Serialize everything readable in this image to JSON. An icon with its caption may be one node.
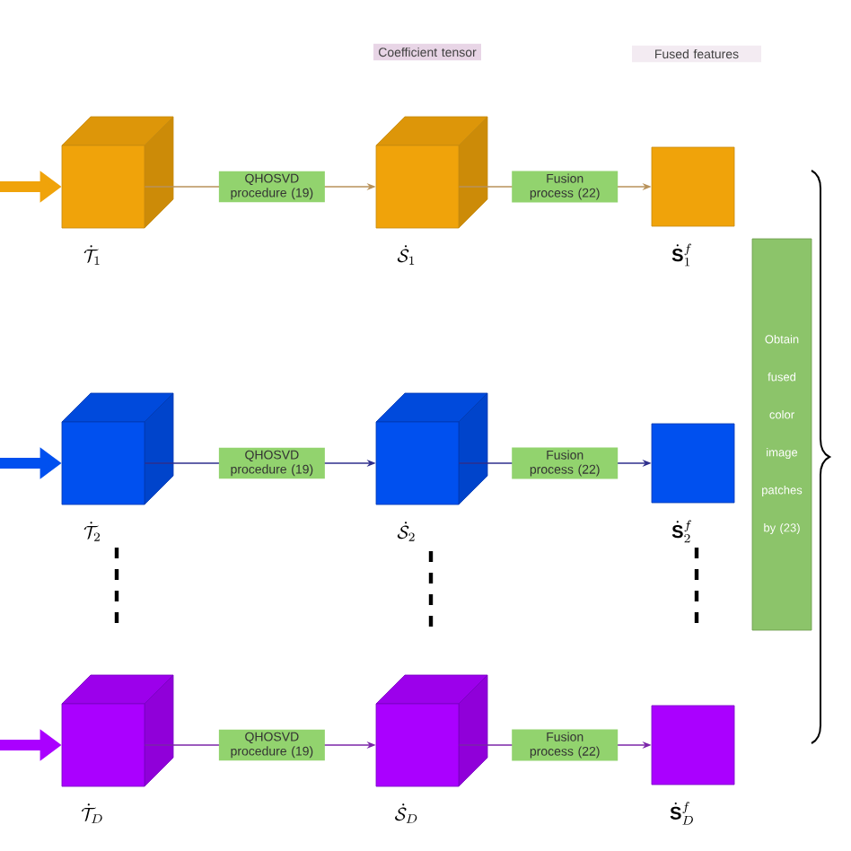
{
  "diagram": {
    "nodes": [
      {
        "text": [
          "Coefficient tensor"
        ]
      },
      {
        "text": [
          "Fused features"
        ]
      },
      {
        "text": [],
        "shape": "cube",
        "beside": [
          "\\dot{\\mathcal{T}}_1"
        ]
      },
      {
        "text": [],
        "shape": "cube",
        "beside": [
          "\\dot{\\mathcal{S}}_1"
        ]
      },
      {
        "text": [],
        "shape": "box",
        "beside": [
          "\\dot{\\mathbf{S}}_1^f"
        ]
      },
      {
        "text": [],
        "shape": "cube",
        "beside": [
          "\\dot{\\mathcal{T}}_2"
        ]
      },
      {
        "text": [],
        "shape": "cube",
        "beside": [
          "\\dot{\\mathcal{S}}_2"
        ]
      },
      {
        "text": [],
        "shape": "box",
        "beside": [
          "\\dot{\\mathbf{S}}_2^f"
        ]
      },
      {
        "text": [],
        "shape": "cube",
        "beside": [
          "\\dot{\\mathcal{T}}_D"
        ]
      },
      {
        "text": [],
        "shape": "cube",
        "beside": [
          "\\dot{\\mathcal{S}}_D"
        ]
      },
      {
        "text": [],
        "shape": "box",
        "beside": [
          "\\dot{\\mathbf{S}}_D^f"
        ]
      },
      {
        "text": [
          "Obtain fused color image patches by (23)"
        ]
      }
    ],
    "edges": [
      {
        "from": null,
        "to": 2,
        "arrow": "to",
        "style": "thick",
        "color": "#f0a30a"
      },
      {
        "from": 2,
        "to": 3,
        "arrow": "to",
        "label": "QHOSVD procedure (19)",
        "color": "#b8925a"
      },
      {
        "from": 3,
        "to": 4,
        "arrow": "to",
        "label": "Fusion process (22)",
        "color": "#b8925a"
      },
      {
        "from": null,
        "to": 5,
        "arrow": "to",
        "style": "thick",
        "color": "#0050ef"
      },
      {
        "from": 5,
        "to": 6,
        "arrow": "to",
        "label": "QHOSVD procedure (19)",
        "color": "#2e2e8c"
      },
      {
        "from": 6,
        "to": 7,
        "arrow": "to",
        "label": "Fusion process (22)",
        "color": "#2e2e8c"
      },
      {
        "from": null,
        "to": 8,
        "arrow": "to",
        "style": "thick",
        "color": "#aa00ff"
      },
      {
        "from": 8,
        "to": 9,
        "arrow": "to",
        "label": "QHOSVD procedure (19)",
        "color": "#7b25a8"
      },
      {
        "from": 9,
        "to": 10,
        "arrow": "to",
        "label": "Fusion process (22)",
        "color": "#7b25a8"
      }
    ]
  }
}
